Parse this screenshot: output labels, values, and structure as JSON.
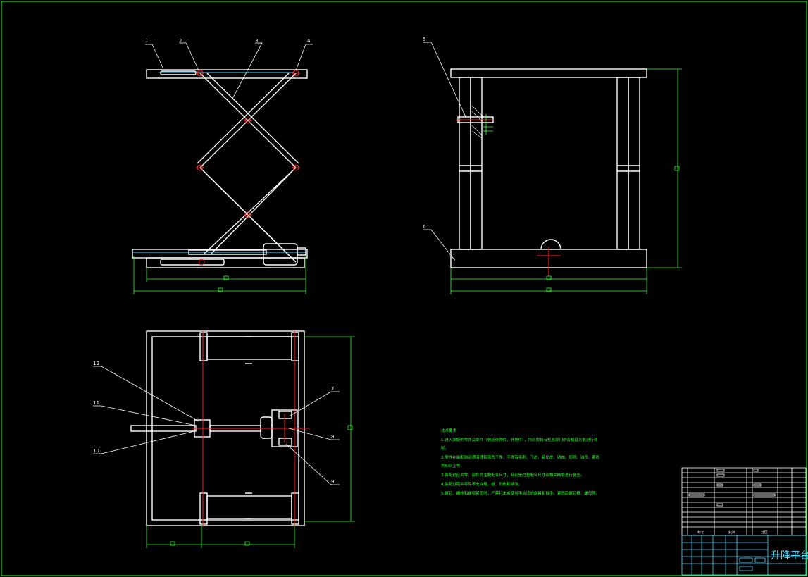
{
  "drawing": {
    "title": "升降平台",
    "background": "#000000",
    "colors": {
      "outline": "#ffffff",
      "dimension": "#2cff2c",
      "center": "#ff2020",
      "title_block": "#4fd8ff",
      "frame": "#2cff2c"
    }
  },
  "part_callouts": {
    "p1": "1",
    "p2": "2",
    "p3": "3",
    "p4": "4",
    "p5": "5",
    "p6": "6",
    "p7": "7",
    "p8": "8",
    "p9": "9",
    "p10": "10",
    "p11": "11",
    "p12": "12"
  },
  "tech_notes": {
    "heading": "技术要求",
    "lines": [
      "1.进入装配的零件及部件（包括外购件、外协件），均必须具有检验部门的合格证方能进行装",
      "配。",
      "2.零件在装配前必须清理和清洗干净，不得有毛刺、飞边、氧化皮、锈蚀、切屑、油污、着色",
      "剂和灰尘等。",
      "3.装配前应对零、部件的主要配合尺寸，特别是过盈配合尺寸及相关精度进行复查。",
      "4.装配过程中零件不允许磕、碰、划伤和锈蚀。",
      "5.螺钉、螺栓和螺母紧固时，严禁打击或使用不合适的旋具和扳手。紧固后螺钉槽、螺母等。"
    ]
  },
  "title_block": {
    "name": "升降平台",
    "cols": [
      "标记",
      "处数",
      "分区"
    ]
  }
}
